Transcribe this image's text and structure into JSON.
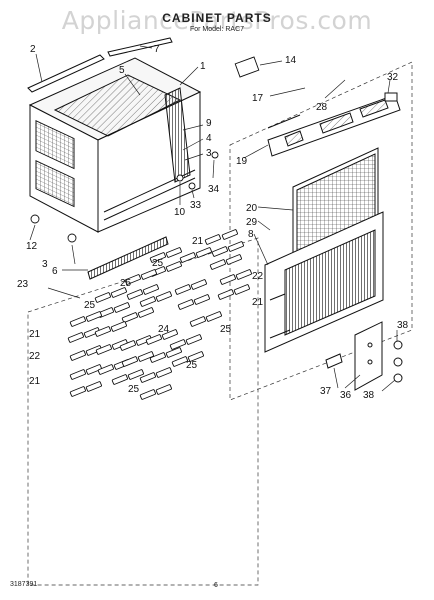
{
  "watermark": "AppliancePartsPros.com",
  "title": "CABINET PARTS",
  "subtitle": "For Model: RAC7",
  "footer": {
    "doc_number": "3187391",
    "page_number": "6"
  },
  "callouts": {
    "c1": "1",
    "c2": "2",
    "c3": "3",
    "c4": "4",
    "c5": "5",
    "c6": "6",
    "c7": "7",
    "c8": "8",
    "c9": "9",
    "c10": "10",
    "c12": "12",
    "c14": "14",
    "c17": "17",
    "c19": "19",
    "c20": "20",
    "c21": "21",
    "c22": "22",
    "c23": "23",
    "c24": "24",
    "c25": "25",
    "c28": "28",
    "c29": "29",
    "c32": "32",
    "c33": "33",
    "c34": "34",
    "c36": "36",
    "c37": "37",
    "c38": "38"
  }
}
